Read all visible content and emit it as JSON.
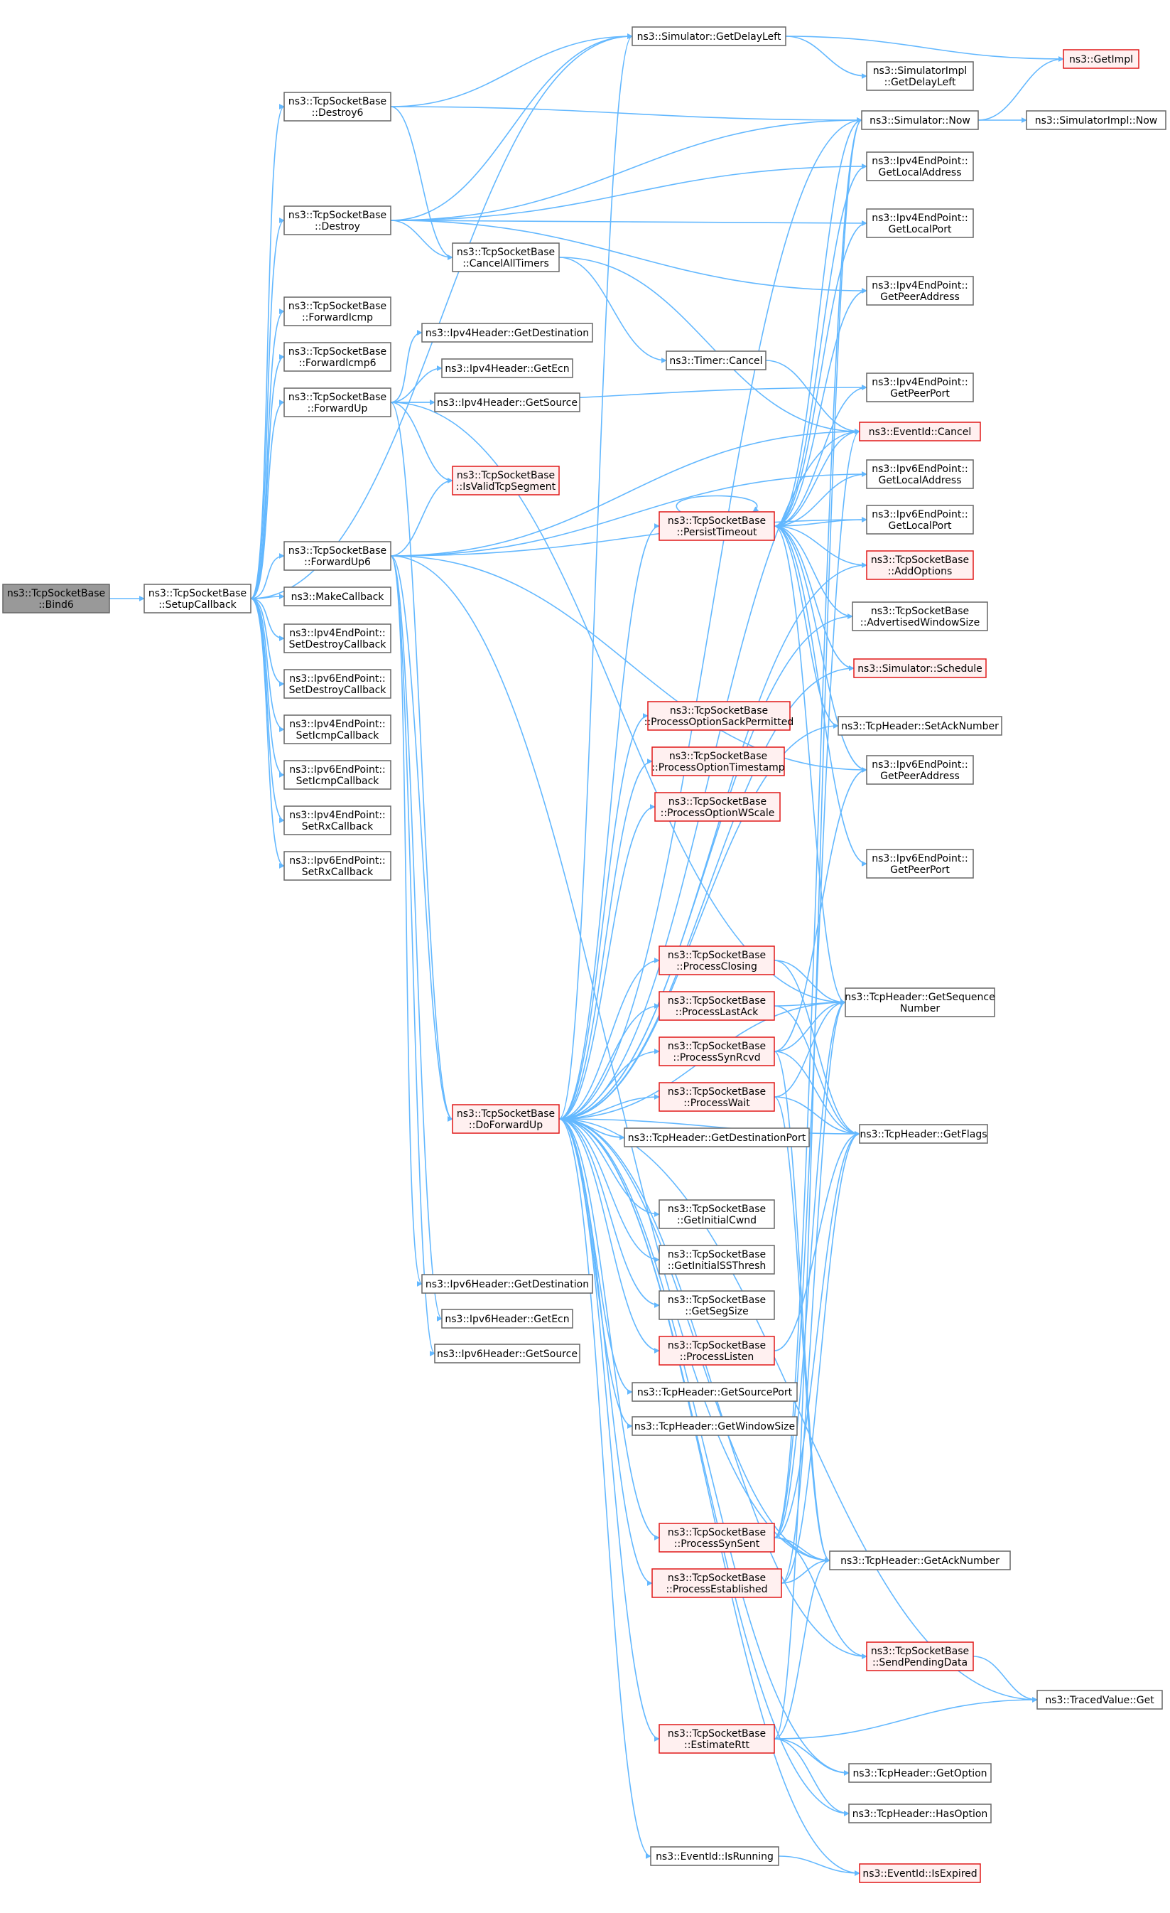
{
  "graph": {
    "nodes": [
      {
        "id": "bind6",
        "lines": [
          "ns3::TcpSocketBase",
          "::Bind6"
        ],
        "kind": "current"
      },
      {
        "id": "setupcb",
        "lines": [
          "ns3::TcpSocketBase",
          "::SetupCallback"
        ],
        "kind": "plain"
      },
      {
        "id": "destroy6",
        "lines": [
          "ns3::TcpSocketBase",
          "::Destroy6"
        ],
        "kind": "plain"
      },
      {
        "id": "destroy",
        "lines": [
          "ns3::TcpSocketBase",
          "::Destroy"
        ],
        "kind": "plain"
      },
      {
        "id": "fwdicmp",
        "lines": [
          "ns3::TcpSocketBase",
          "::ForwardIcmp"
        ],
        "kind": "plain"
      },
      {
        "id": "fwdicmp6",
        "lines": [
          "ns3::TcpSocketBase",
          "::ForwardIcmp6"
        ],
        "kind": "plain"
      },
      {
        "id": "fwdup",
        "lines": [
          "ns3::TcpSocketBase",
          "::ForwardUp"
        ],
        "kind": "plain"
      },
      {
        "id": "fwdup6",
        "lines": [
          "ns3::TcpSocketBase",
          "::ForwardUp6"
        ],
        "kind": "plain"
      },
      {
        "id": "makecb",
        "lines": [
          "ns3::MakeCallback"
        ],
        "kind": "plain"
      },
      {
        "id": "ip4setdestroy",
        "lines": [
          "ns3::Ipv4EndPoint::",
          "SetDestroyCallback"
        ],
        "kind": "plain"
      },
      {
        "id": "ip6setdestroy",
        "lines": [
          "ns3::Ipv6EndPoint::",
          "SetDestroyCallback"
        ],
        "kind": "plain"
      },
      {
        "id": "ip4seticmp",
        "lines": [
          "ns3::Ipv4EndPoint::",
          "SetIcmpCallback"
        ],
        "kind": "plain"
      },
      {
        "id": "ip6seticmp",
        "lines": [
          "ns3::Ipv6EndPoint::",
          "SetIcmpCallback"
        ],
        "kind": "plain"
      },
      {
        "id": "ip4setrx",
        "lines": [
          "ns3::Ipv4EndPoint::",
          "SetRxCallback"
        ],
        "kind": "plain"
      },
      {
        "id": "ip6setrx",
        "lines": [
          "ns3::Ipv6EndPoint::",
          "SetRxCallback"
        ],
        "kind": "plain"
      },
      {
        "id": "getdelayleft",
        "lines": [
          "ns3::Simulator::GetDelayLeft"
        ],
        "kind": "plain"
      },
      {
        "id": "cancelall",
        "lines": [
          "ns3::TcpSocketBase",
          "::CancelAllTimers"
        ],
        "kind": "plain"
      },
      {
        "id": "ip4hdrdest",
        "lines": [
          "ns3::Ipv4Header::GetDestination"
        ],
        "kind": "plain"
      },
      {
        "id": "ip4hdrecn",
        "lines": [
          "ns3::Ipv4Header::GetEcn"
        ],
        "kind": "plain"
      },
      {
        "id": "ip4hdrsrc",
        "lines": [
          "ns3::Ipv4Header::GetSource"
        ],
        "kind": "plain"
      },
      {
        "id": "timercancel",
        "lines": [
          "ns3::Timer::Cancel"
        ],
        "kind": "plain"
      },
      {
        "id": "isvalidseg",
        "lines": [
          "ns3::TcpSocketBase",
          "::IsValidTcpSegment"
        ],
        "kind": "red"
      },
      {
        "id": "persisttimeout",
        "lines": [
          "ns3::TcpSocketBase",
          "::PersistTimeout"
        ],
        "kind": "red"
      },
      {
        "id": "procsack",
        "lines": [
          "ns3::TcpSocketBase",
          "::ProcessOptionSackPermitted"
        ],
        "kind": "red"
      },
      {
        "id": "procts",
        "lines": [
          "ns3::TcpSocketBase",
          "::ProcessOptionTimestamp"
        ],
        "kind": "red"
      },
      {
        "id": "procws",
        "lines": [
          "ns3::TcpSocketBase",
          "::ProcessOptionWScale"
        ],
        "kind": "red"
      },
      {
        "id": "procclosing",
        "lines": [
          "ns3::TcpSocketBase",
          "::ProcessClosing"
        ],
        "kind": "red"
      },
      {
        "id": "proclastack",
        "lines": [
          "ns3::TcpSocketBase",
          "::ProcessLastAck"
        ],
        "kind": "red"
      },
      {
        "id": "procsynrcvd",
        "lines": [
          "ns3::TcpSocketBase",
          "::ProcessSynRcvd"
        ],
        "kind": "red"
      },
      {
        "id": "procwait",
        "lines": [
          "ns3::TcpSocketBase",
          "::ProcessWait"
        ],
        "kind": "red"
      },
      {
        "id": "doforwardup",
        "lines": [
          "ns3::TcpSocketBase",
          "::DoForwardUp"
        ],
        "kind": "red"
      },
      {
        "id": "getdestport",
        "lines": [
          "ns3::TcpHeader::GetDestinationPort"
        ],
        "kind": "plain"
      },
      {
        "id": "getinitcwnd",
        "lines": [
          "ns3::TcpSocketBase",
          "::GetInitialCwnd"
        ],
        "kind": "plain"
      },
      {
        "id": "getinitss",
        "lines": [
          "ns3::TcpSocketBase",
          "::GetInitialSSThresh"
        ],
        "kind": "plain"
      },
      {
        "id": "getsegsize",
        "lines": [
          "ns3::TcpSocketBase",
          "::GetSegSize"
        ],
        "kind": "plain"
      },
      {
        "id": "proclisten",
        "lines": [
          "ns3::TcpSocketBase",
          "::ProcessListen"
        ],
        "kind": "red"
      },
      {
        "id": "ip6hdrdest",
        "lines": [
          "ns3::Ipv6Header::GetDestination"
        ],
        "kind": "plain"
      },
      {
        "id": "ip6hdrecn",
        "lines": [
          "ns3::Ipv6Header::GetEcn"
        ],
        "kind": "plain"
      },
      {
        "id": "ip6hdrsrc",
        "lines": [
          "ns3::Ipv6Header::GetSource"
        ],
        "kind": "plain"
      },
      {
        "id": "getsrcport",
        "lines": [
          "ns3::TcpHeader::GetSourcePort"
        ],
        "kind": "plain"
      },
      {
        "id": "getwinsize",
        "lines": [
          "ns3::TcpHeader::GetWindowSize"
        ],
        "kind": "plain"
      },
      {
        "id": "procsynsent",
        "lines": [
          "ns3::TcpSocketBase",
          "::ProcessSynSent"
        ],
        "kind": "red"
      },
      {
        "id": "procestab",
        "lines": [
          "ns3::TcpSocketBase",
          "::ProcessEstablished"
        ],
        "kind": "red"
      },
      {
        "id": "estimatertt",
        "lines": [
          "ns3::TcpSocketBase",
          "::EstimateRtt"
        ],
        "kind": "red"
      },
      {
        "id": "isrunning",
        "lines": [
          "ns3::EventId::IsRunning"
        ],
        "kind": "plain"
      },
      {
        "id": "getimpl",
        "lines": [
          "ns3::GetImpl"
        ],
        "kind": "red"
      },
      {
        "id": "simimpldelay",
        "lines": [
          "ns3::SimulatorImpl",
          "::GetDelayLeft"
        ],
        "kind": "plain"
      },
      {
        "id": "simnow",
        "lines": [
          "ns3::Simulator::Now"
        ],
        "kind": "plain"
      },
      {
        "id": "simimplnow",
        "lines": [
          "ns3::SimulatorImpl::Now"
        ],
        "kind": "plain"
      },
      {
        "id": "ip4eplocaddr",
        "lines": [
          "ns3::Ipv4EndPoint::",
          "GetLocalAddress"
        ],
        "kind": "plain"
      },
      {
        "id": "ip4eplocport",
        "lines": [
          "ns3::Ipv4EndPoint::",
          "GetLocalPort"
        ],
        "kind": "plain"
      },
      {
        "id": "ip4eppeeraddr",
        "lines": [
          "ns3::Ipv4EndPoint::",
          "GetPeerAddress"
        ],
        "kind": "plain"
      },
      {
        "id": "ip4eppeerport",
        "lines": [
          "ns3::Ipv4EndPoint::",
          "GetPeerPort"
        ],
        "kind": "plain"
      },
      {
        "id": "eventcancel",
        "lines": [
          "ns3::EventId::Cancel"
        ],
        "kind": "red"
      },
      {
        "id": "ip6eplocaddr",
        "lines": [
          "ns3::Ipv6EndPoint::",
          "GetLocalAddress"
        ],
        "kind": "plain"
      },
      {
        "id": "ip6eplocport",
        "lines": [
          "ns3::Ipv6EndPoint::",
          "GetLocalPort"
        ],
        "kind": "plain"
      },
      {
        "id": "addoptions",
        "lines": [
          "ns3::TcpSocketBase",
          "::AddOptions"
        ],
        "kind": "red"
      },
      {
        "id": "advwin",
        "lines": [
          "ns3::TcpSocketBase",
          "::AdvertisedWindowSize"
        ],
        "kind": "plain"
      },
      {
        "id": "schedule",
        "lines": [
          "ns3::Simulator::Schedule"
        ],
        "kind": "red"
      },
      {
        "id": "setacknum",
        "lines": [
          "ns3::TcpHeader::SetAckNumber"
        ],
        "kind": "plain"
      },
      {
        "id": "ip6eppeeraddr",
        "lines": [
          "ns3::Ipv6EndPoint::",
          "GetPeerAddress"
        ],
        "kind": "plain"
      },
      {
        "id": "ip6eppeerport",
        "lines": [
          "ns3::Ipv6EndPoint::",
          "GetPeerPort"
        ],
        "kind": "plain"
      },
      {
        "id": "getseqnum",
        "lines": [
          "ns3::TcpHeader::GetSequence",
          "Number"
        ],
        "kind": "plain"
      },
      {
        "id": "getflags",
        "lines": [
          "ns3::TcpHeader::GetFlags"
        ],
        "kind": "plain"
      },
      {
        "id": "getacknum",
        "lines": [
          "ns3::TcpHeader::GetAckNumber"
        ],
        "kind": "plain"
      },
      {
        "id": "sendpending",
        "lines": [
          "ns3::TcpSocketBase",
          "::SendPendingData"
        ],
        "kind": "red"
      },
      {
        "id": "tracedget",
        "lines": [
          "ns3::TracedValue::Get"
        ],
        "kind": "plain"
      },
      {
        "id": "getoption",
        "lines": [
          "ns3::TcpHeader::GetOption"
        ],
        "kind": "plain"
      },
      {
        "id": "hasoption",
        "lines": [
          "ns3::TcpHeader::HasOption"
        ],
        "kind": "plain"
      },
      {
        "id": "isexpired",
        "lines": [
          "ns3::EventId::IsExpired"
        ],
        "kind": "red"
      }
    ],
    "edges": [
      [
        "bind6",
        "setupcb"
      ],
      [
        "setupcb",
        "destroy6"
      ],
      [
        "setupcb",
        "destroy"
      ],
      [
        "setupcb",
        "fwdicmp"
      ],
      [
        "setupcb",
        "fwdicmp6"
      ],
      [
        "setupcb",
        "fwdup"
      ],
      [
        "setupcb",
        "fwdup6"
      ],
      [
        "setupcb",
        "makecb"
      ],
      [
        "setupcb",
        "ip4setdestroy"
      ],
      [
        "setupcb",
        "ip6setdestroy"
      ],
      [
        "setupcb",
        "ip4seticmp"
      ],
      [
        "setupcb",
        "ip6seticmp"
      ],
      [
        "setupcb",
        "ip4setrx"
      ],
      [
        "setupcb",
        "ip6setrx"
      ],
      [
        "setupcb",
        "getdelayleft"
      ],
      [
        "destroy6",
        "getdelayleft"
      ],
      [
        "destroy6",
        "simnow"
      ],
      [
        "destroy6",
        "cancelall"
      ],
      [
        "destroy",
        "getdelayleft"
      ],
      [
        "destroy",
        "simnow"
      ],
      [
        "destroy",
        "cancelall"
      ],
      [
        "destroy",
        "ip4eplocaddr"
      ],
      [
        "destroy",
        "ip4eplocport"
      ],
      [
        "destroy",
        "ip4eppeeraddr"
      ],
      [
        "fwdup",
        "ip4hdrdest"
      ],
      [
        "fwdup",
        "ip4hdrecn"
      ],
      [
        "fwdup",
        "ip4hdrsrc"
      ],
      [
        "fwdup",
        "isvalidseg"
      ],
      [
        "fwdup",
        "doforwardup"
      ],
      [
        "fwdup",
        "ip4eppeerport"
      ],
      [
        "fwdup",
        "getseqnum"
      ],
      [
        "fwdup6",
        "isvalidseg"
      ],
      [
        "fwdup6",
        "doforwardup"
      ],
      [
        "fwdup6",
        "ip6hdrdest"
      ],
      [
        "fwdup6",
        "ip6hdrecn"
      ],
      [
        "fwdup6",
        "ip6hdrsrc"
      ],
      [
        "fwdup6",
        "eventcancel"
      ],
      [
        "fwdup6",
        "ip6eplocaddr"
      ],
      [
        "fwdup6",
        "ip6eplocport"
      ],
      [
        "fwdup6",
        "ip6eppeeraddr"
      ],
      [
        "fwdup6",
        "getacknum"
      ],
      [
        "getdelayleft",
        "simimpldelay"
      ],
      [
        "getdelayleft",
        "getimpl"
      ],
      [
        "simnow",
        "getimpl"
      ],
      [
        "simnow",
        "simimplnow"
      ],
      [
        "cancelall",
        "timercancel"
      ],
      [
        "cancelall",
        "eventcancel"
      ],
      [
        "timercancel",
        "eventcancel"
      ],
      [
        "persisttimeout",
        "simnow"
      ],
      [
        "persisttimeout",
        "ip4eplocaddr"
      ],
      [
        "persisttimeout",
        "ip4eplocport"
      ],
      [
        "persisttimeout",
        "ip4eppeeraddr"
      ],
      [
        "persisttimeout",
        "ip4eppeerport"
      ],
      [
        "persisttimeout",
        "eventcancel"
      ],
      [
        "persisttimeout",
        "ip6eplocaddr"
      ],
      [
        "persisttimeout",
        "ip6eplocport"
      ],
      [
        "persisttimeout",
        "addoptions"
      ],
      [
        "persisttimeout",
        "advwin"
      ],
      [
        "persisttimeout",
        "schedule"
      ],
      [
        "persisttimeout",
        "setacknum"
      ],
      [
        "persisttimeout",
        "ip6eppeeraddr"
      ],
      [
        "persisttimeout",
        "ip6eppeerport"
      ],
      [
        "persisttimeout",
        "getseqnum"
      ],
      [
        "persisttimeout",
        "persisttimeout"
      ],
      [
        "doforwardup",
        "getdelayleft"
      ],
      [
        "doforwardup",
        "simnow"
      ],
      [
        "doforwardup",
        "persisttimeout"
      ],
      [
        "doforwardup",
        "procsack"
      ],
      [
        "doforwardup",
        "procts"
      ],
      [
        "doforwardup",
        "procws"
      ],
      [
        "doforwardup",
        "procclosing"
      ],
      [
        "doforwardup",
        "proclastack"
      ],
      [
        "doforwardup",
        "procsynrcvd"
      ],
      [
        "doforwardup",
        "procwait"
      ],
      [
        "doforwardup",
        "getdestport"
      ],
      [
        "doforwardup",
        "getinitcwnd"
      ],
      [
        "doforwardup",
        "getinitss"
      ],
      [
        "doforwardup",
        "getsegsize"
      ],
      [
        "doforwardup",
        "proclisten"
      ],
      [
        "doforwardup",
        "getsrcport"
      ],
      [
        "doforwardup",
        "getwinsize"
      ],
      [
        "doforwardup",
        "procsynsent"
      ],
      [
        "doforwardup",
        "procestab"
      ],
      [
        "doforwardup",
        "estimatertt"
      ],
      [
        "doforwardup",
        "isrunning"
      ],
      [
        "doforwardup",
        "eventcancel"
      ],
      [
        "doforwardup",
        "addoptions"
      ],
      [
        "doforwardup",
        "advwin"
      ],
      [
        "doforwardup",
        "schedule"
      ],
      [
        "doforwardup",
        "setacknum"
      ],
      [
        "doforwardup",
        "getseqnum"
      ],
      [
        "doforwardup",
        "getflags"
      ],
      [
        "doforwardup",
        "getacknum"
      ],
      [
        "doforwardup",
        "sendpending"
      ],
      [
        "doforwardup",
        "tracedget"
      ],
      [
        "doforwardup",
        "getoption"
      ],
      [
        "doforwardup",
        "hasoption"
      ],
      [
        "doforwardup",
        "isexpired"
      ],
      [
        "procclosing",
        "getseqnum"
      ],
      [
        "procclosing",
        "getflags"
      ],
      [
        "proclastack",
        "getseqnum"
      ],
      [
        "proclastack",
        "getflags"
      ],
      [
        "procsynrcvd",
        "getseqnum"
      ],
      [
        "procsynrcvd",
        "getflags"
      ],
      [
        "procsynrcvd",
        "getacknum"
      ],
      [
        "procsynrcvd",
        "ip6eppeeraddr"
      ],
      [
        "procwait",
        "getseqnum"
      ],
      [
        "procwait",
        "getflags"
      ],
      [
        "procwait",
        "getacknum"
      ],
      [
        "proclisten",
        "getflags"
      ],
      [
        "procsynsent",
        "getseqnum"
      ],
      [
        "procsynsent",
        "getflags"
      ],
      [
        "procsynsent",
        "getacknum"
      ],
      [
        "procsynsent",
        "sendpending"
      ],
      [
        "procsynsent",
        "eventcancel"
      ],
      [
        "procsynsent",
        "simnow"
      ],
      [
        "procestab",
        "getseqnum"
      ],
      [
        "procestab",
        "getflags"
      ],
      [
        "procestab",
        "getacknum"
      ],
      [
        "estimatertt",
        "getacknum"
      ],
      [
        "estimatertt",
        "getoption"
      ],
      [
        "estimatertt",
        "hasoption"
      ],
      [
        "estimatertt",
        "tracedget"
      ],
      [
        "estimatertt",
        "simnow"
      ],
      [
        "sendpending",
        "tracedget"
      ],
      [
        "isrunning",
        "isexpired"
      ]
    ]
  }
}
